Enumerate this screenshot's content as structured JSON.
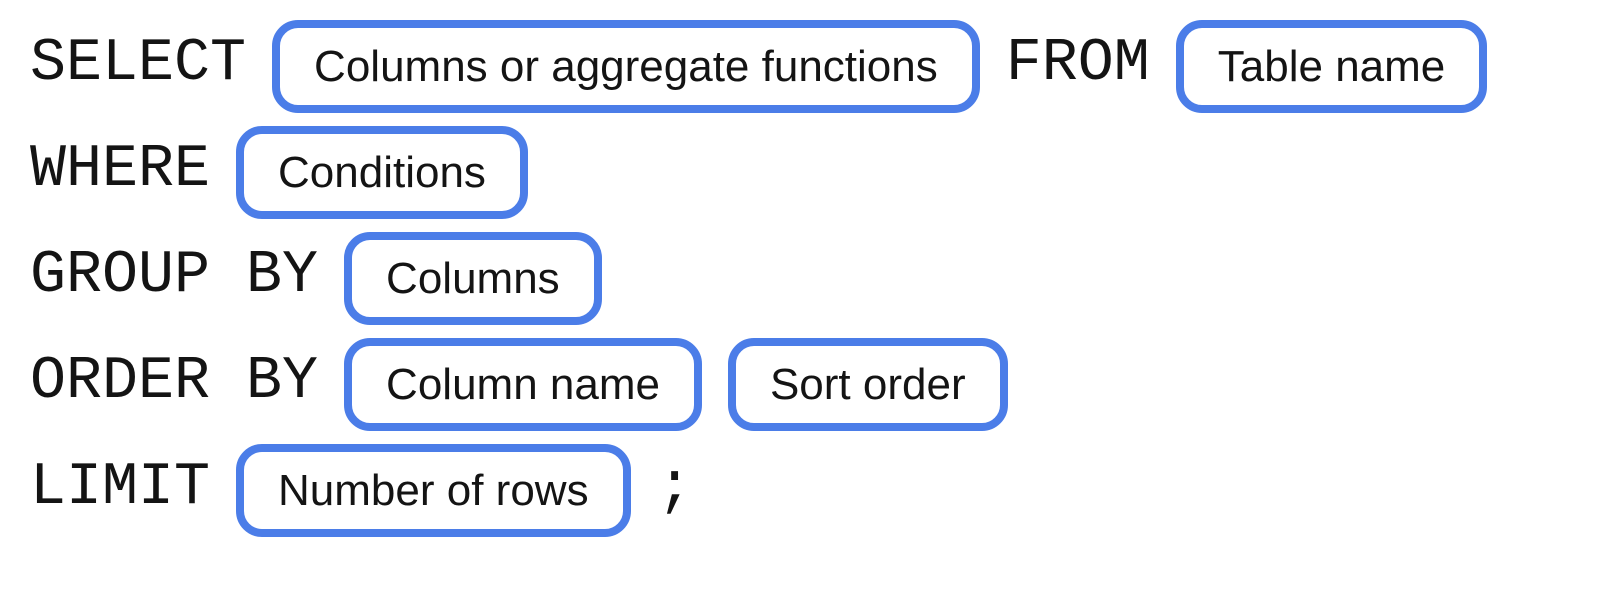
{
  "diagram": {
    "description": "SQL query syntax diagram",
    "colors": {
      "background": "#ffffff",
      "box_border": "#4b7de8",
      "text": "#141414"
    },
    "rows": [
      {
        "segments": [
          {
            "kind": "keyword",
            "text": "SELECT"
          },
          {
            "kind": "box",
            "text": "Columns or aggregate functions"
          },
          {
            "kind": "keyword",
            "text": "FROM"
          },
          {
            "kind": "box",
            "text": "Table name"
          }
        ]
      },
      {
        "segments": [
          {
            "kind": "keyword",
            "text": "WHERE"
          },
          {
            "kind": "box",
            "text": "Conditions"
          }
        ]
      },
      {
        "segments": [
          {
            "kind": "keyword",
            "text": "GROUP BY"
          },
          {
            "kind": "box",
            "text": "Columns"
          }
        ]
      },
      {
        "segments": [
          {
            "kind": "keyword",
            "text": "ORDER BY"
          },
          {
            "kind": "box",
            "text": "Column name"
          },
          {
            "kind": "box",
            "text": "Sort order"
          }
        ]
      },
      {
        "segments": [
          {
            "kind": "keyword",
            "text": "LIMIT"
          },
          {
            "kind": "box",
            "text": "Number of rows"
          },
          {
            "kind": "keyword",
            "text": ";"
          }
        ]
      }
    ]
  }
}
